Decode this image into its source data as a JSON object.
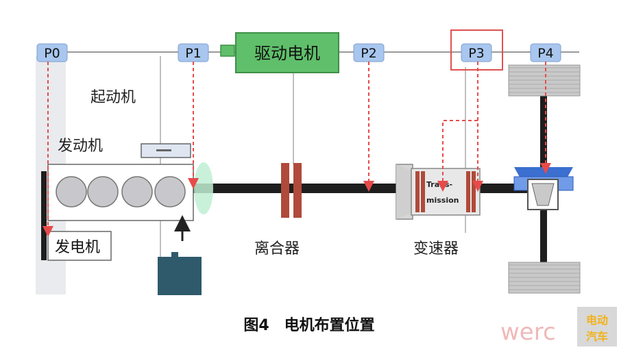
{
  "positions": {
    "p0": "P0",
    "p1": "P1",
    "p2": "P2",
    "p3": "P3",
    "p4": "P4"
  },
  "components": {
    "drive_motor": "驱动电机",
    "starter": "起动机",
    "engine": "发动机",
    "generator": "发电机",
    "clutch": "离合器",
    "gearbox": "变速器",
    "transmission_line1": "Trans-",
    "transmission_line2": "mission"
  },
  "caption": "图4　电机布置位置",
  "watermark": "werc",
  "logo_text": "电动汽车",
  "colors": {
    "badge": "#a8c6ee",
    "motor": "#5fbf6a",
    "highlight": "#e05050",
    "dash": "#e84a4a",
    "shaft": "#1e1e1e",
    "clutch": "#b04a3a",
    "battery": "#2e5a6c"
  },
  "icons": {
    "arrow": "arrow-icon",
    "battery": "battery-icon",
    "wheel": "wheel-icon"
  }
}
